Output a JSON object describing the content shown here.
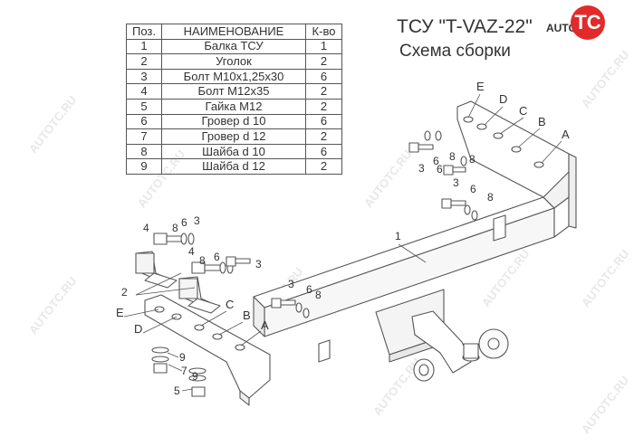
{
  "title": {
    "line1": "ТСУ \"T-VAZ-22\"",
    "line2": "Схема сборки"
  },
  "logo": {
    "mark": "TC",
    "text": "AUTO"
  },
  "watermark_text": "AUTOTC.RU",
  "parts_table": {
    "headers": {
      "no": "Поз.",
      "name": "НАИМЕНОВАНИЕ",
      "qty": "К-во"
    },
    "rows": [
      {
        "no": "1",
        "name": "Балка ТСУ",
        "qty": "1"
      },
      {
        "no": "2",
        "name": "Уголок",
        "qty": "2"
      },
      {
        "no": "3",
        "name": "Болт М10х1,25х30",
        "qty": "6"
      },
      {
        "no": "4",
        "name": "Болт М12х35",
        "qty": "2"
      },
      {
        "no": "5",
        "name": "Гайка М12",
        "qty": "2"
      },
      {
        "no": "6",
        "name": "Гровер d 10",
        "qty": "6"
      },
      {
        "no": "7",
        "name": "Гровер d 12",
        "qty": "2"
      },
      {
        "no": "8",
        "name": "Шайба d 10",
        "qty": "6"
      },
      {
        "no": "9",
        "name": "Шайба d 12",
        "qty": "2"
      }
    ]
  },
  "callouts": {
    "beam": "1",
    "bracket": "2",
    "bolt_m10": "3",
    "bolt_m12": "4",
    "nut": "5",
    "grover10": "6",
    "grover12": "7",
    "washer10": "8",
    "washer12": "9",
    "hole_a": "A",
    "hole_b": "B",
    "hole_c": "C",
    "hole_d": "D",
    "hole_e": "E"
  }
}
